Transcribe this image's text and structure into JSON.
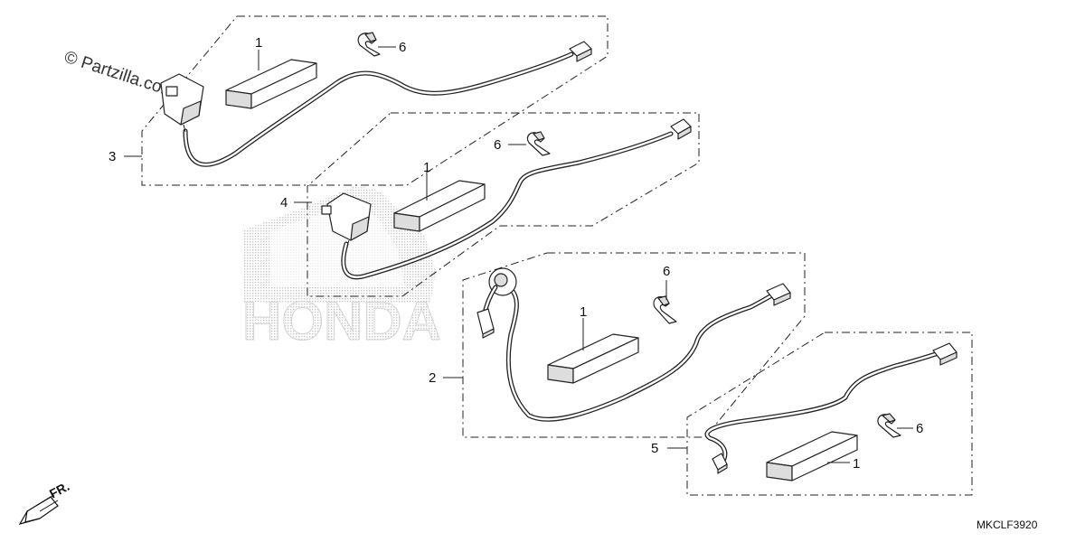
{
  "diagram": {
    "watermark_logo": "HONDA",
    "copyright_text": "© Partzilla.com",
    "direction_label": "FR.",
    "diagram_code": "MKCLF3920",
    "callouts": {
      "pad": "1",
      "harness_2": "2",
      "harness_3": "3",
      "harness_4": "4",
      "harness_5": "5",
      "clamp": "6"
    }
  }
}
